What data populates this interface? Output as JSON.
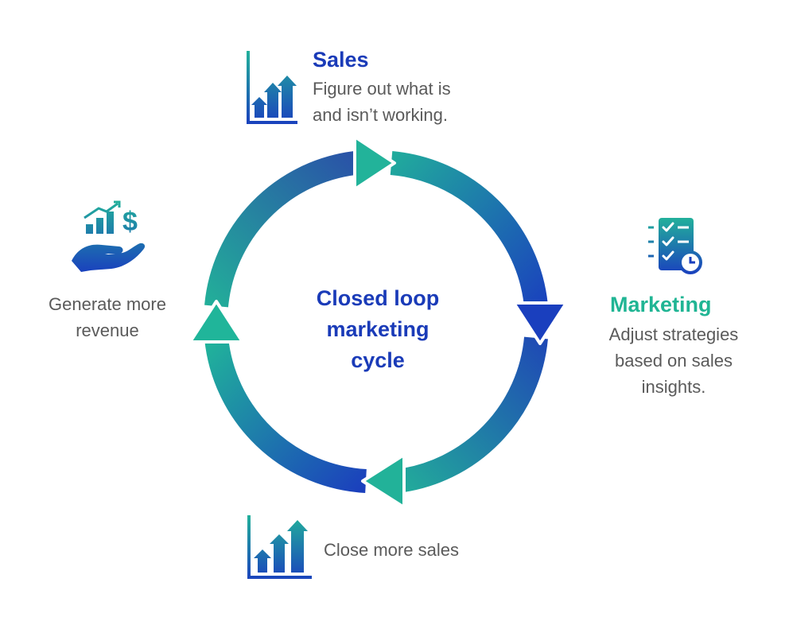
{
  "center": {
    "lines": [
      "Closed loop",
      "marketing",
      "cycle"
    ]
  },
  "sales": {
    "title": "Sales",
    "lines": [
      "Figure out what is",
      "and isn’t working."
    ],
    "icon": "bar-chart-growth-icon"
  },
  "marketing": {
    "title": "Marketing",
    "lines": [
      "Adjust strategies",
      "based on sales",
      "insights."
    ],
    "icon": "checklist-clock-icon"
  },
  "close": {
    "label": "Close more sales",
    "icon": "bar-chart-growth-icon"
  },
  "revenue": {
    "lines": [
      "Generate more",
      "revenue"
    ],
    "icon": "hand-money-growth-icon"
  },
  "colors": {
    "blue": "#1a3bb8",
    "teal": "#20b594",
    "text": "#5a5a5a"
  }
}
